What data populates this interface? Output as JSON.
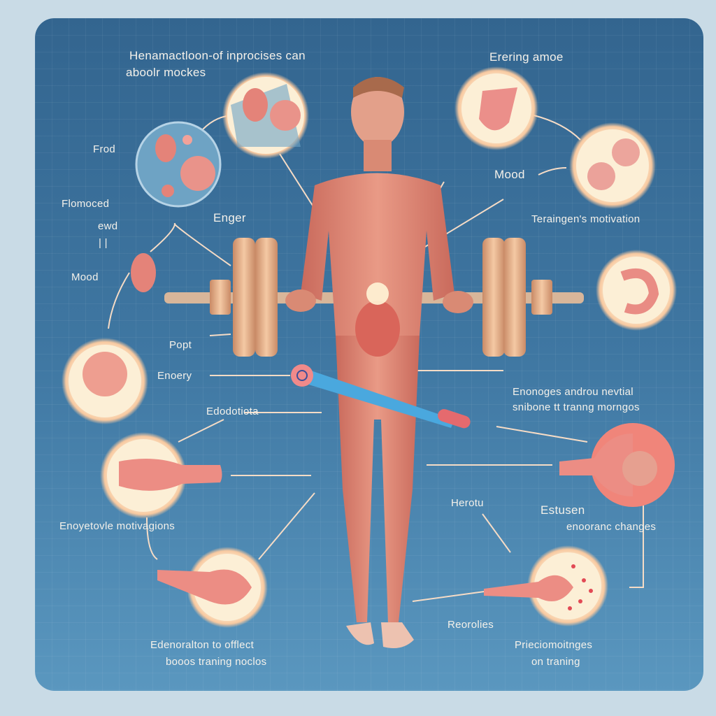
{
  "labels": {
    "top_left_1": "Henamactloon-of inprocises can",
    "top_left_2": "aboolr mockes",
    "frod": "Frod",
    "flomoced": "Flomoced",
    "ewd": "ewd",
    "bars": "| |",
    "enger": "Enger",
    "mood_left": "Mood",
    "top_right": "Erering amoe",
    "mood_right": "Mood",
    "motivation": "Teraingen's motivation",
    "popt": "Popt",
    "energy": "Enoery",
    "edodotiota": "Edodotiota",
    "hormones_1": "Enonoges androu nevtial",
    "hormones_2": "snibone tt tranng morngos",
    "motivagions": "Enoyetovle motivagions",
    "heroku": "Herotu",
    "estusen": "Estusen",
    "endorane": "enooranc changes",
    "bottom_left_1": "Edenoralton to offlect",
    "bottom_left_2": "booos traning noclos",
    "reorolize": "Reorolies",
    "bottom_right_1": "Prieciomoitnges",
    "bottom_right_2": "on traning"
  },
  "colors": {
    "panel_top": "#33658f",
    "panel_bottom": "#5a97bf",
    "muscle": "#d9806f",
    "cream": "#fbefd8",
    "pink": "#e9817a"
  }
}
